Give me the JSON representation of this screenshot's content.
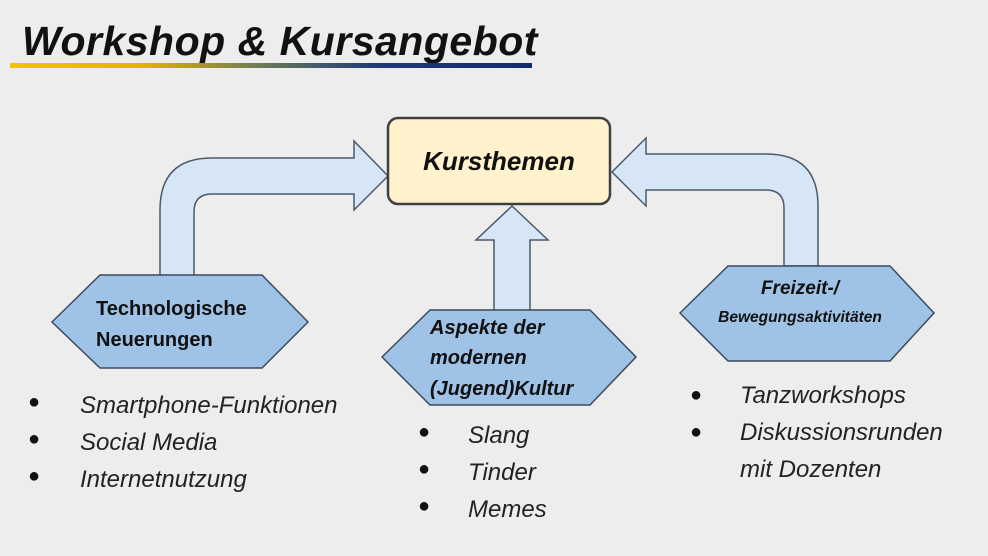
{
  "title": "Workshop & Kursangebot",
  "center_box": {
    "label": "Kursthemen"
  },
  "nodes": {
    "tech": {
      "line1": "Technologische",
      "line2": "Neuerungen"
    },
    "culture": {
      "line1": "Aspekte der",
      "line2": "modernen",
      "line3": "(Jugend)Kultur"
    },
    "leisure": {
      "line1": "Freizeit-/",
      "line2": "Bewegungsaktivitäten"
    }
  },
  "lists": {
    "tech": [
      "Smartphone-Funktionen",
      "Social Media",
      "Internetnutzung"
    ],
    "culture": [
      "Slang",
      "Tinder",
      "Memes"
    ],
    "leisure": [
      "Tanzworkshops",
      "Diskussionsrunden",
      "mit Dozenten"
    ]
  },
  "bullet_char": "●",
  "colors": {
    "hexagon_fill": "#9fc2e7",
    "hexagon_stroke": "#3b4b5e",
    "arrow_fill": "#d6e6f6",
    "arrow_stroke": "#4a5a6b",
    "center_fill": "#fff2cc",
    "center_stroke": "#404040"
  }
}
